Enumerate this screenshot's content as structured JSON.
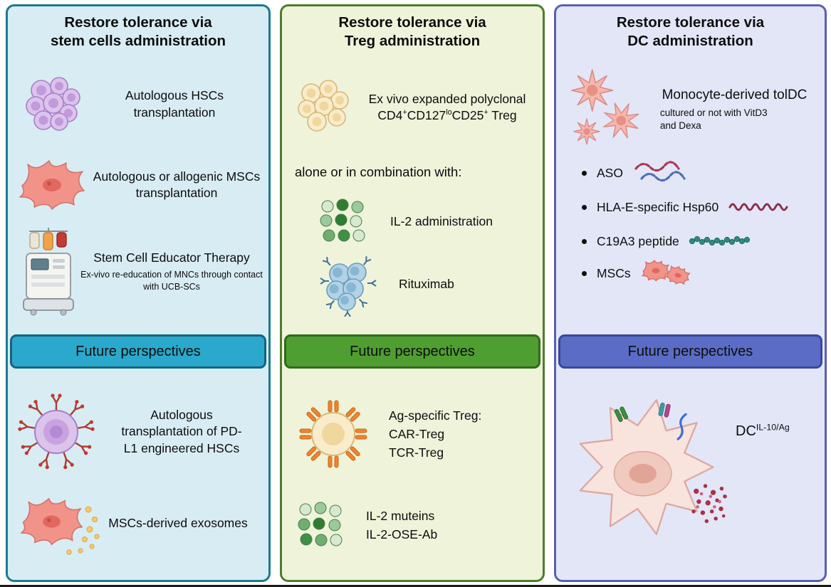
{
  "figure": {
    "type": "scientific-diagram",
    "bottom_rule_color": "#1a1a1a"
  },
  "panels": [
    {
      "id": "stem-cells",
      "title_line1": "Restore tolerance via",
      "title_line2": "stem cells administration",
      "colors": {
        "bg": "#d8ecf3",
        "border": "#1b7a90",
        "banner_bg": "#2aa9cc",
        "banner_border": "#14647e"
      },
      "items": [
        {
          "icon": "hsc-cluster-icon",
          "label": "Autologous HSCs transplantation"
        },
        {
          "icon": "msc-cell-icon",
          "label": "Autologous or allogenic MSCs transplantation"
        },
        {
          "icon": "stem-cell-educator-machine-icon",
          "label": "Stem Cell Educator Therapy",
          "sublabel": "Ex-vivo re-education of MNCs through contact with UCB-SCs"
        }
      ],
      "future_label": "Future perspectives",
      "future_items": [
        {
          "icon": "pdl1-hsc-icon",
          "label": "Autologous transplantation of PD-L1 engineered HSCs"
        },
        {
          "icon": "msc-exosomes-icon",
          "label": "MSCs-derived exosomes"
        }
      ]
    },
    {
      "id": "treg",
      "title_line1": "Restore tolerance via",
      "title_line2": "Treg administration",
      "colors": {
        "bg": "#eef3da",
        "border": "#4e7d2a",
        "banner_bg": "#4f9e31",
        "banner_border": "#2f6b16"
      },
      "expanded_treg": {
        "icon": "treg-cluster-icon",
        "line1": "Ex vivo expanded polyclonal",
        "l2_cd4": "CD4",
        "l2_sup1": "+",
        "l2_cd127": "CD127",
        "l2_sup2": "lo",
        "l2_cd25": "CD25",
        "l2_sup3": "+",
        "l2_treg": " Treg"
      },
      "combination_text": "alone or in combination with:",
      "items": [
        {
          "icon": "il2-dots-icon",
          "label": "IL-2 administration"
        },
        {
          "icon": "rituximab-cells-icon",
          "label": "Rituximab"
        }
      ],
      "future_label": "Future perspectives",
      "future_items": [
        {
          "icon": "ag-specific-treg-icon",
          "lines": [
            "Ag-specific Treg:",
            "CAR-Treg",
            "TCR-Treg"
          ]
        },
        {
          "icon": "il2-muteins-dots-icon",
          "lines": [
            "IL-2 muteins",
            "IL-2-OSE-Ab"
          ]
        }
      ]
    },
    {
      "id": "dc",
      "title_line1": "Restore tolerance via",
      "title_line2": "DC administration",
      "colors": {
        "bg": "#e3e6f7",
        "border": "#5a60ae",
        "banner_bg": "#5a6cc5",
        "banner_border": "#39479b"
      },
      "toldc": {
        "icon": "toldc-cells-icon",
        "label": "Monocyte-derived tolDC",
        "sublabel": "cultured or not with VitD3 and Dexa"
      },
      "bullets": [
        {
          "label": "ASO",
          "icon": "aso-strands-icon"
        },
        {
          "label": "HLA-E-specific Hsp60",
          "icon": "hsp60-strand-icon"
        },
        {
          "label": "C19A3 peptide",
          "icon": "c19a3-beads-icon"
        },
        {
          "label": "MSCs",
          "icon": "mscs-small-cells-icon"
        }
      ],
      "future_label": "Future perspectives",
      "future_dc": {
        "icon": "dc-il10-ag-cell-icon",
        "base": "DC",
        "sup": "IL-10/Ag"
      }
    }
  ]
}
